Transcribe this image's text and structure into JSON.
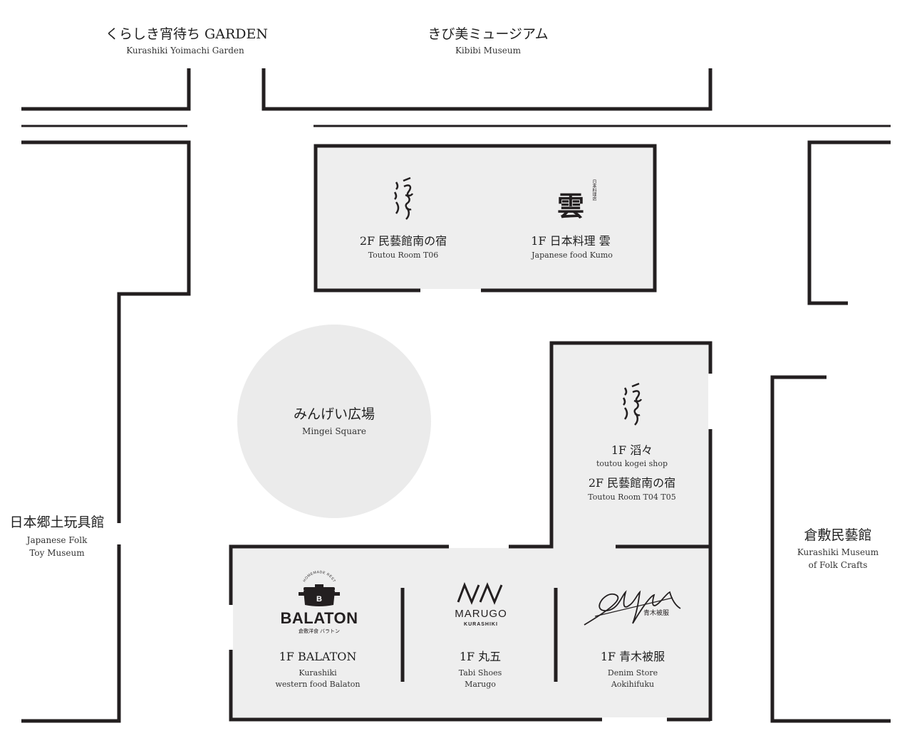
{
  "colors": {
    "wall": "#231f20",
    "area": "#eeeeee",
    "square": "#ebebeb",
    "text": "#1f1f1f"
  },
  "landmarks": {
    "yoimachi": {
      "jp": "くらしき宵待ち GARDEN",
      "en": "Kurashiki Yoimachi Garden"
    },
    "kibibi": {
      "jp": "きび美ミュージアム",
      "en": "Kibibi Museum"
    },
    "folk_toy": {
      "jp": "日本郷土玩具館",
      "en_line1": "Japanese Folk",
      "en_line2": "Toy Museum"
    },
    "mingeikan": {
      "jp": "倉敷民藝館",
      "en_line1": "Kurashiki Museum",
      "en_line2": "of Folk Crafts"
    },
    "square": {
      "jp": "みんげい広場",
      "en": "Mingei Square"
    }
  },
  "shops": {
    "toutou_t06": {
      "jp": "2F  民藝館南の宿",
      "en": "Toutou Room T06",
      "logo_icon": "toutou-calligraphy-icon"
    },
    "kumo": {
      "jp": "1F  日本料理 雲",
      "en": "Japanese food Kumo",
      "logo_char": "雲",
      "logo_vertical": "日本料理店",
      "logo_icon": "kumo-logo-icon"
    },
    "toutou_shop": {
      "jp": "1F  滔々",
      "en": "toutou kogei shop",
      "jp2": "2F  民藝館南の宿",
      "en2": "Toutou Room T04 T05",
      "logo_icon": "toutou-calligraphy-icon"
    },
    "balaton": {
      "jp": "1F  BALATON",
      "en_line1": "Kurashiki",
      "en_line2": "western food Balaton",
      "logo_text": "BALATON",
      "logo_sub": "倉敷洋食 バラトン",
      "logo_badge": "B",
      "logo_arc": "HOMEMADE RESTAURANT",
      "logo_icon": "balaton-pot-icon"
    },
    "marugo": {
      "jp": "1F  丸五",
      "en_line1": "Tabi Shoes",
      "en_line2": "Marugo",
      "logo_text": "MARUGO",
      "logo_sub": "KURASHIKI",
      "logo_icon": "marugo-logo-icon"
    },
    "aokihifuku": {
      "jp": "1F  青木被服",
      "en_line1": "Denim Store",
      "en_line2": "Aokihifuku",
      "logo_jp": "青木被服",
      "logo_icon": "aokihifuku-signature-icon"
    }
  }
}
